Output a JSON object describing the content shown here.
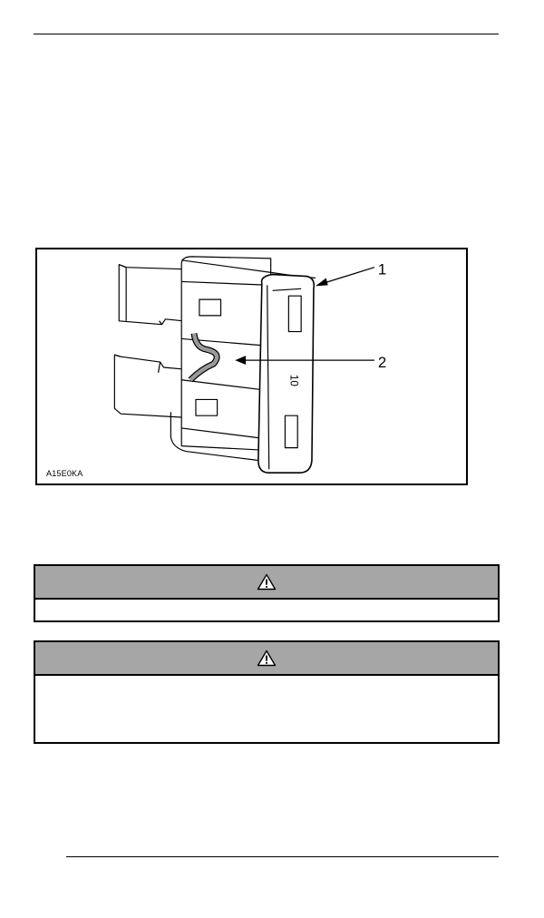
{
  "figure": {
    "code": "A15E0KA",
    "callouts": [
      "1",
      "2"
    ],
    "fuse_marking": "10"
  },
  "notices": [
    {
      "kind": "caution",
      "icon": "warning-triangle-icon",
      "band_color": "#a6a6a6"
    },
    {
      "kind": "warning",
      "icon": "warning-triangle-icon",
      "band_color": "#a6a6a6"
    }
  ]
}
